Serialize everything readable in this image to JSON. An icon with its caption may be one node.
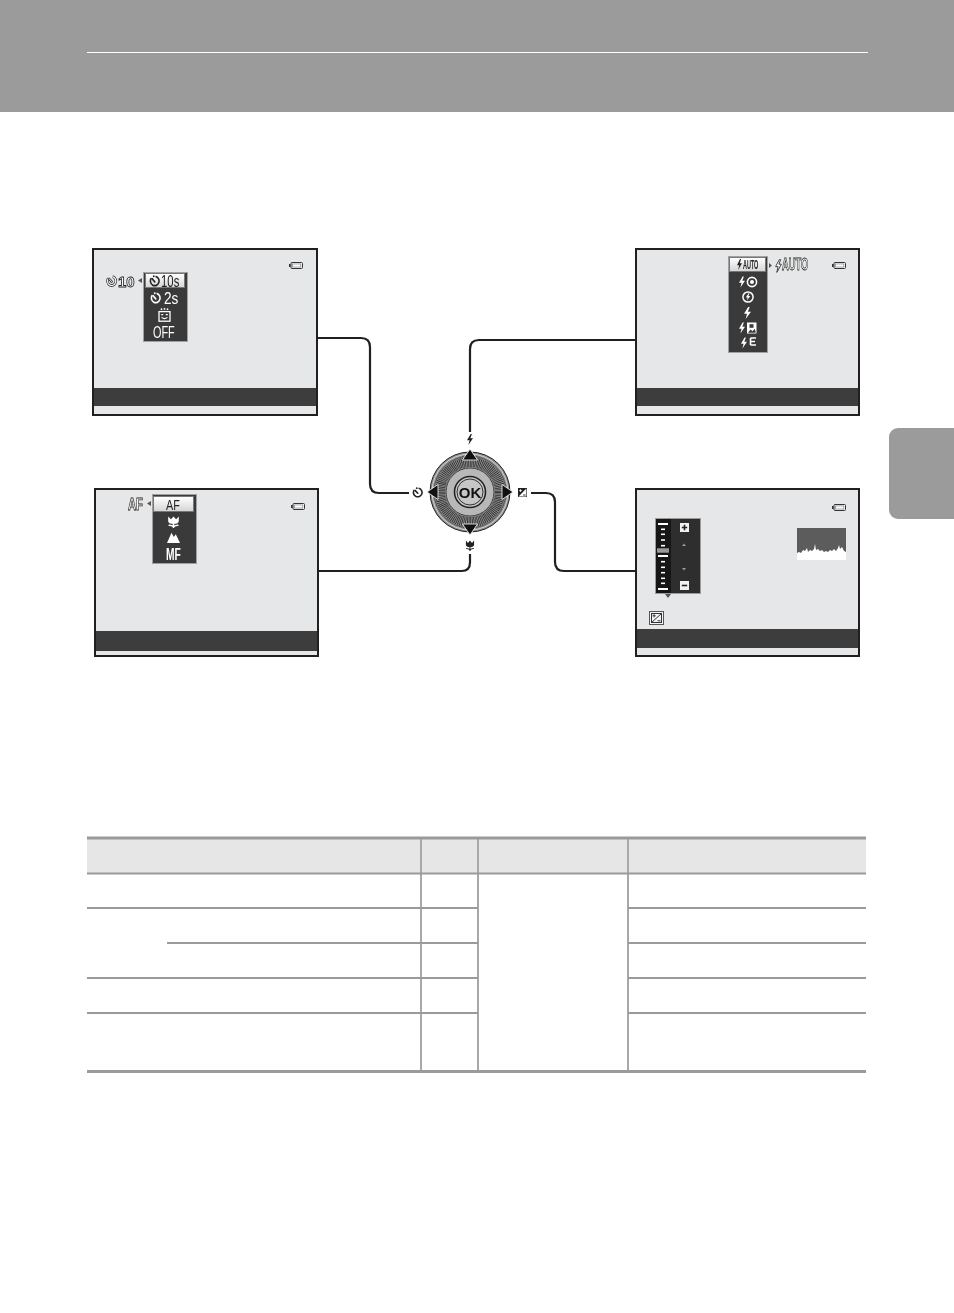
{
  "diagram": {
    "nodes": [
      {
        "text": [
          "10",
          "10s",
          "2s",
          "OFF"
        ]
      },
      {
        "text": [
          "AUTO",
          "AUTO"
        ]
      },
      {
        "text": [
          "OK"
        ]
      },
      {
        "text": [
          "AF",
          "AF",
          "MF"
        ]
      },
      {
        "text": [],
        "shape": "picture"
      },
      {
        "text": [],
        "shape": "box"
      }
    ],
    "edges": [
      {
        "from": 0,
        "to": 2,
        "arrow": "none"
      },
      {
        "from": 1,
        "to": 2,
        "arrow": "none"
      },
      {
        "from": 3,
        "to": 2,
        "arrow": "none"
      },
      {
        "from": 4,
        "to": 2,
        "arrow": "none"
      }
    ]
  }
}
